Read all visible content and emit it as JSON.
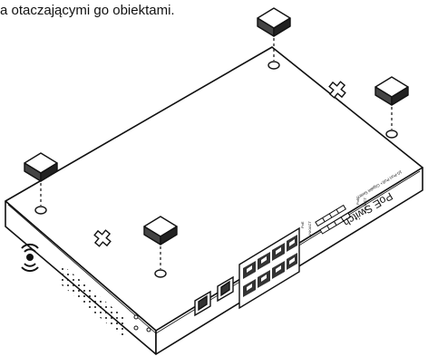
{
  "caption": "a otaczającymi go obiektami.",
  "device": {
    "label": "PoE Switch",
    "model_text": "10-Port PoE+ Gigabit Switch",
    "panel_labels": [
      "PoE",
      "LINK/ACT",
      "PoE",
      "LINK/ACT"
    ]
  },
  "parts": {
    "rubber_feet_count": 4,
    "screw_holes_count": 4
  },
  "colors": {
    "line": "#111111",
    "fill": "#ffffff",
    "shadow": "#333333"
  }
}
